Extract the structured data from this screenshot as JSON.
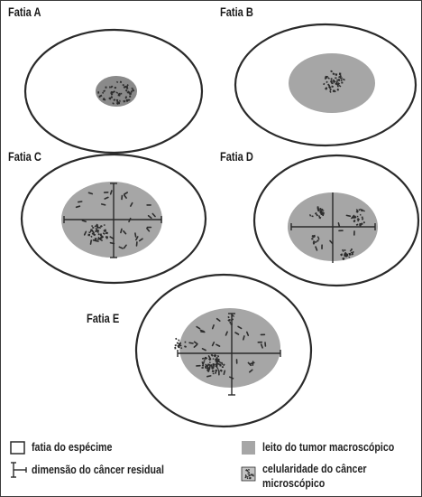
{
  "slices": {
    "a": {
      "label": "Fatia A"
    },
    "b": {
      "label": "Fatia B"
    },
    "c": {
      "label": "Fatia C"
    },
    "d": {
      "label": "Fatia D"
    },
    "e": {
      "label": "Fatia E"
    }
  },
  "legend": {
    "specimen_slice": "fatia do espécime",
    "residual_dimension": "dimensão do câncer residual",
    "tumor_bed": "leito do tumor macroscópico",
    "cellularity_line1": "celularidade do câncer",
    "cellularity_line2": "microscópico"
  },
  "colors": {
    "outline": "#2a2a2a",
    "tumor_bed": "#a6a6a6",
    "cells": "#2d2d2d"
  }
}
